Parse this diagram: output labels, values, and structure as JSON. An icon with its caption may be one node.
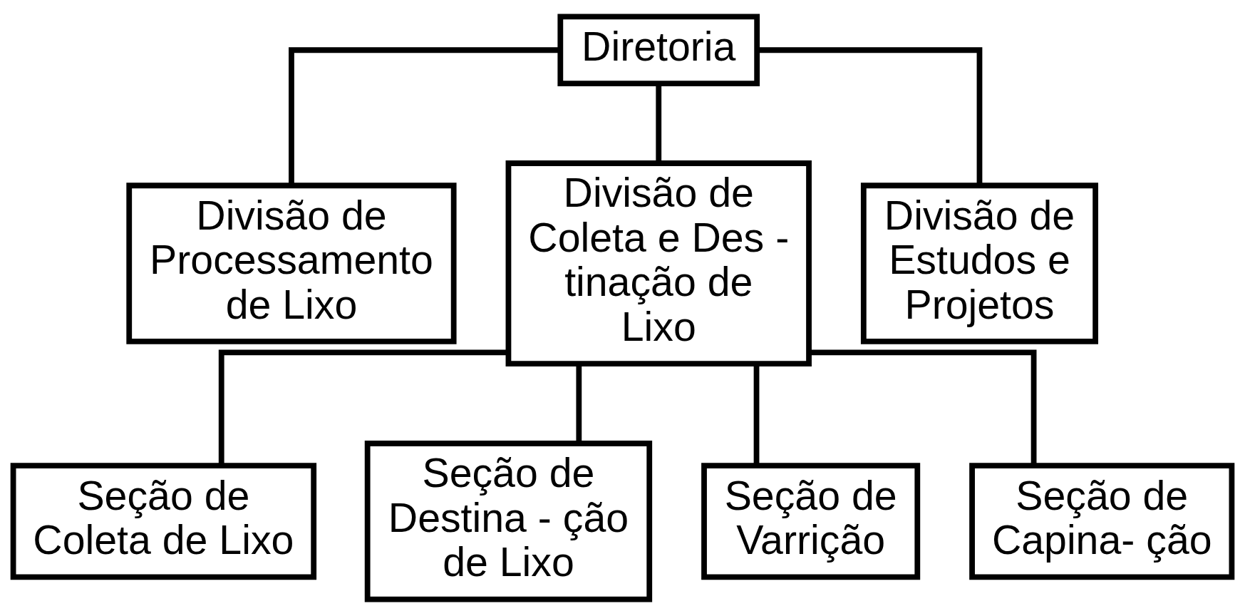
{
  "diagram": {
    "nodes": [
      {
        "text": [
          "Diretoria"
        ]
      },
      {
        "text": [
          "Divisão de Processamento de Lixo"
        ]
      },
      {
        "text": [
          "Divisão de Coleta e Des - tinação de Lixo"
        ]
      },
      {
        "text": [
          "Divisão de Estudos e Projetos"
        ]
      },
      {
        "text": [
          "Seção de Coleta de Lixo"
        ]
      },
      {
        "text": [
          "Seção de Destina - ção de Lixo"
        ]
      },
      {
        "text": [
          "Seção de Varrição"
        ]
      },
      {
        "text": [
          "Seção de Capina- ção"
        ]
      }
    ],
    "edges": [
      {
        "from": 0,
        "to": 1,
        "arrow": "none"
      },
      {
        "from": 0,
        "to": 2,
        "arrow": "none"
      },
      {
        "from": 0,
        "to": 3,
        "arrow": "none"
      },
      {
        "from": 2,
        "to": 4,
        "arrow": "none"
      },
      {
        "from": 2,
        "to": 5,
        "arrow": "none"
      },
      {
        "from": 2,
        "to": 6,
        "arrow": "none"
      },
      {
        "from": 2,
        "to": 7,
        "arrow": "none"
      }
    ]
  }
}
